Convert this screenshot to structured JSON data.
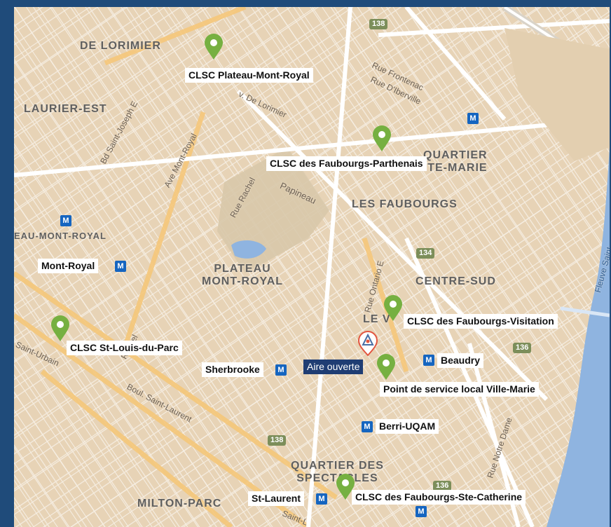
{
  "areas": {
    "de_lorimier": "DE LORIMIER",
    "laurier_est": "LAURIER-EST",
    "quartier_sainte_marie": "QUARTIER\nSAINTE-MARIE",
    "les_faubourgs": "LES FAUBOURGS",
    "plateau_mont_royal_area": "EAU-MONT-ROYAL",
    "plateau_mont_royal": "PLATEAU\nMONT-ROYAL",
    "centre_sud": "CENTRE-SUD",
    "le_v": "LE V",
    "quartier_des_spectacles": "QUARTIER DES\nSPECTACLES",
    "milton_parc": "MILTON-PARC"
  },
  "streets": {
    "rue_frontenac": "Rue Frontenac",
    "rue_diberville": "Rue D'Iberville",
    "de_lorimier": "v. De Lorimier",
    "bd_saint_joseph": "Bd Saint-Joseph E",
    "ave_mont_royal": "Ave Mont-Royal",
    "rue_rachel": "Rue Rachel",
    "papineau": "Papineau",
    "rue_ontario": "Rue Ontario E",
    "saint_urbain": "Saint-Urbain",
    "rachel": "Rachel",
    "boul_saint_laurent": "Boul. Saint-Laurent",
    "rue_notre_dame": "Rue Notre Dame",
    "fleuve": "Fleuve Saint",
    "saint_l": "Saint-L"
  },
  "routes": [
    "138",
    "134",
    "136",
    "138",
    "136"
  ],
  "metro_symbol": "M",
  "places": {
    "clsc_plateau": "CLSC Plateau-Mont-Royal",
    "clsc_parthenais": "CLSC des Faubourgs-Parthenais",
    "mont_royal": "Mont-Royal",
    "clsc_visitation": "CLSC des Faubourgs-Visitation",
    "clsc_st_louis": "CLSC St-Louis-du-Parc",
    "sherbrooke": "Sherbrooke",
    "aire_ouverte": "Aire ouverte",
    "beaudry": "Beaudry",
    "point_service": "Point de service local Ville-Marie",
    "berri_uqam": "Berri-UQAM",
    "st_laurent": "St-Laurent",
    "clsc_ste_catherine": "CLSC des Faubourgs-Ste-Catherine"
  },
  "colors": {
    "frame": "#1f4b7a",
    "land": "#e7d3b6",
    "water": "#8fb4e0",
    "pin_green": "#76b041",
    "pin_red": "#e2553f",
    "metro": "#1565c0",
    "dark_label": "#1f3d73"
  },
  "icons": [
    "green-location-pin-icon",
    "red-location-pin-icon",
    "metro-icon",
    "route-shield-icon"
  ]
}
